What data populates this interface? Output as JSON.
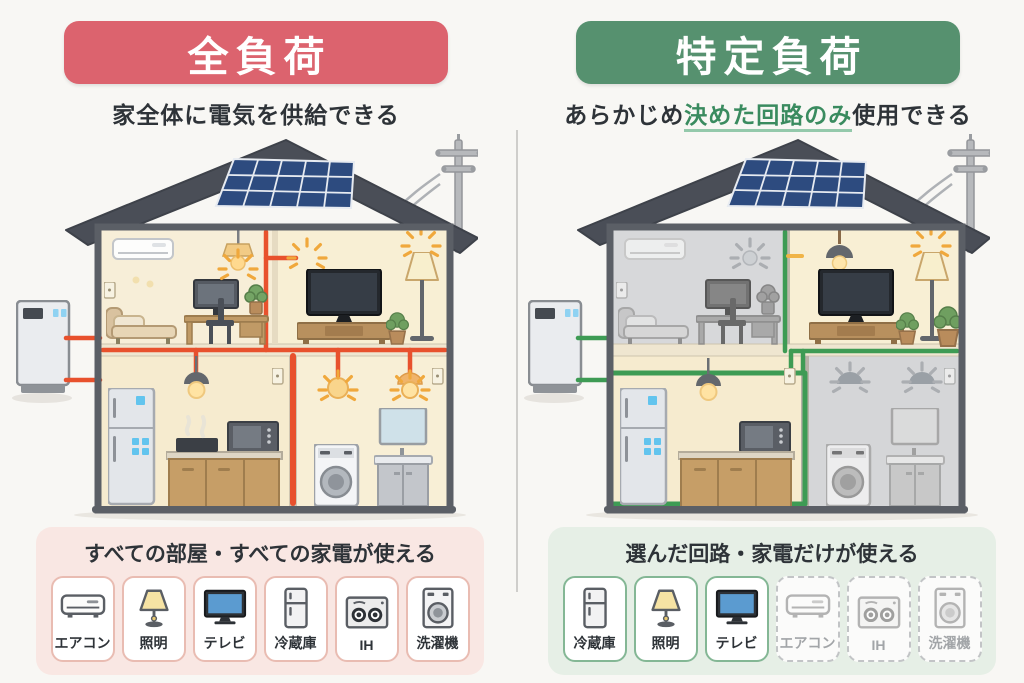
{
  "page": {
    "bg": "#f8f7f4",
    "divider_color": "#cfcecb"
  },
  "left": {
    "banner": "全負荷",
    "banner_color": "#dc636e",
    "subtitle": "家全体に電気を供給できる",
    "panel_title": "すべての部屋・すべての家電が使える",
    "panel_bg": "#f9e7e3",
    "card_border": "#e9bcb2",
    "wire_color": "#e8512d",
    "appliances": [
      {
        "label": "エアコン",
        "icon": "aircon-icon",
        "active": true
      },
      {
        "label": "照明",
        "icon": "lamp-icon",
        "active": true
      },
      {
        "label": "テレビ",
        "icon": "tv-icon",
        "active": true
      },
      {
        "label": "冷蔵庫",
        "icon": "fridge-icon",
        "active": true
      },
      {
        "label": "IH",
        "icon": "ih-stove-icon",
        "active": true
      },
      {
        "label": "洗濯機",
        "icon": "washer-icon",
        "active": true
      }
    ]
  },
  "right": {
    "banner": "特定負荷",
    "banner_color": "#56916f",
    "subtitle_prefix": "あらかじめ",
    "subtitle_highlight": "決めた回路のみ",
    "subtitle_suffix": "使用できる",
    "highlight_color": "#3a8b5f",
    "panel_title": "選んだ回路・家電だけが使える",
    "panel_bg": "#e6efe6",
    "card_border": "#84b795",
    "wire_color": "#3e9b54",
    "appliances": [
      {
        "label": "冷蔵庫",
        "icon": "fridge-icon",
        "active": true
      },
      {
        "label": "照明",
        "icon": "lamp-icon",
        "active": true
      },
      {
        "label": "テレビ",
        "icon": "tv-icon",
        "active": true
      },
      {
        "label": "エアコン",
        "icon": "aircon-icon",
        "active": false
      },
      {
        "label": "IH",
        "icon": "ih-stove-icon",
        "active": false
      },
      {
        "label": "洗濯機",
        "icon": "washer-icon",
        "active": false
      }
    ]
  }
}
